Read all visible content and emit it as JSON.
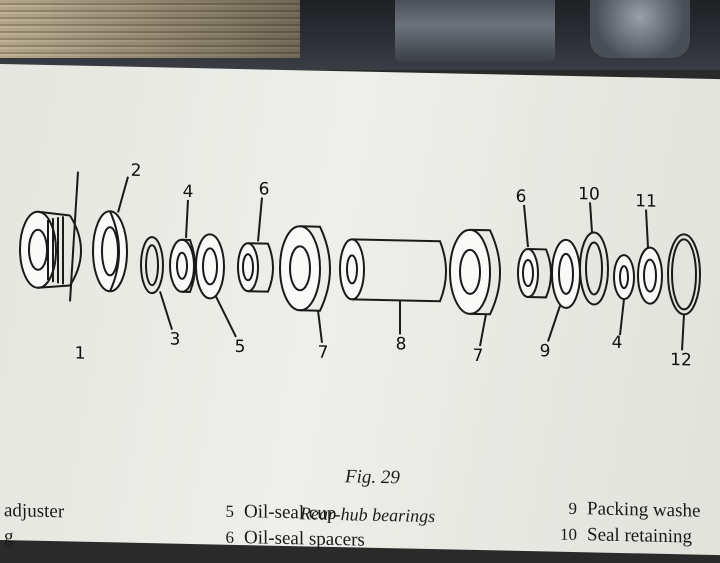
{
  "figure": {
    "parts": [
      {
        "number": "1",
        "name": "adjuster"
      },
      {
        "number": "2",
        "name": ""
      },
      {
        "number": "3",
        "name": ""
      },
      {
        "number": "4",
        "name": ""
      },
      {
        "number": "5",
        "name": "Oil-seal cup"
      },
      {
        "number": "6",
        "name": "Oil-seal spacers"
      },
      {
        "number": "7",
        "name": ""
      },
      {
        "number": "8",
        "name": ""
      },
      {
        "number": "9",
        "name": "Packing washe"
      },
      {
        "number": "10",
        "name": "Seal retaining"
      },
      {
        "number": "11",
        "name": ""
      },
      {
        "number": "12",
        "name": ""
      }
    ],
    "label_6_left": "6",
    "label_4_left": "4",
    "label_7_left": "7",
    "label_6_right": "6",
    "label_4_right": "4",
    "label_7_right": "7",
    "caption_fig": "Fig. 29",
    "caption_title": "Rear-hub bearings"
  },
  "legend": {
    "left_label": "adjuster",
    "mid1_number": "5",
    "mid1_label": "Oil-seal cup",
    "mid2_number": "6",
    "mid2_label": "Oil-seal spacers",
    "right1_number": "9",
    "right1_label": "Packing washe",
    "right2_number": "10",
    "right2_label": "Seal retaining",
    "left2_label": "g"
  },
  "colors": {
    "paper": "#eeeeea",
    "ink": "#1a1a1a"
  }
}
